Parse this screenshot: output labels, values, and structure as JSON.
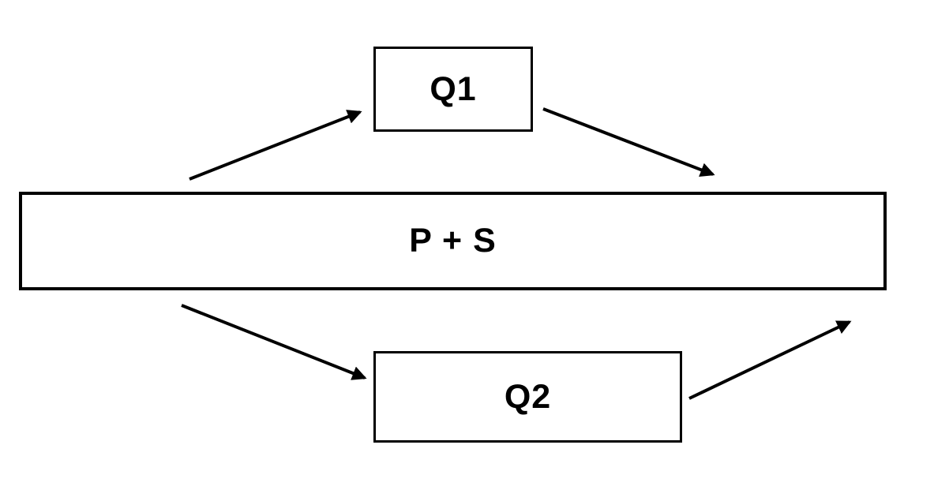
{
  "diagram": {
    "background_color": "#ffffff",
    "line_color": "#000000",
    "nodes": [
      {
        "id": "q1",
        "label": "Q1"
      },
      {
        "id": "ps",
        "label": "P + S"
      },
      {
        "id": "q2",
        "label": "Q2"
      }
    ],
    "edges": [
      {
        "id": "e1",
        "from": "left-of-ps-top",
        "to": "q1-left",
        "direction": "up-right"
      },
      {
        "id": "e2",
        "from": "q1-right",
        "to": "above-ps-top-right",
        "direction": "down-right"
      },
      {
        "id": "e3",
        "from": "below-ps-left",
        "to": "q2-left",
        "direction": "down-right"
      },
      {
        "id": "e4",
        "from": "q2-right",
        "to": "right-of-ps-bottom",
        "direction": "up-right"
      }
    ]
  }
}
